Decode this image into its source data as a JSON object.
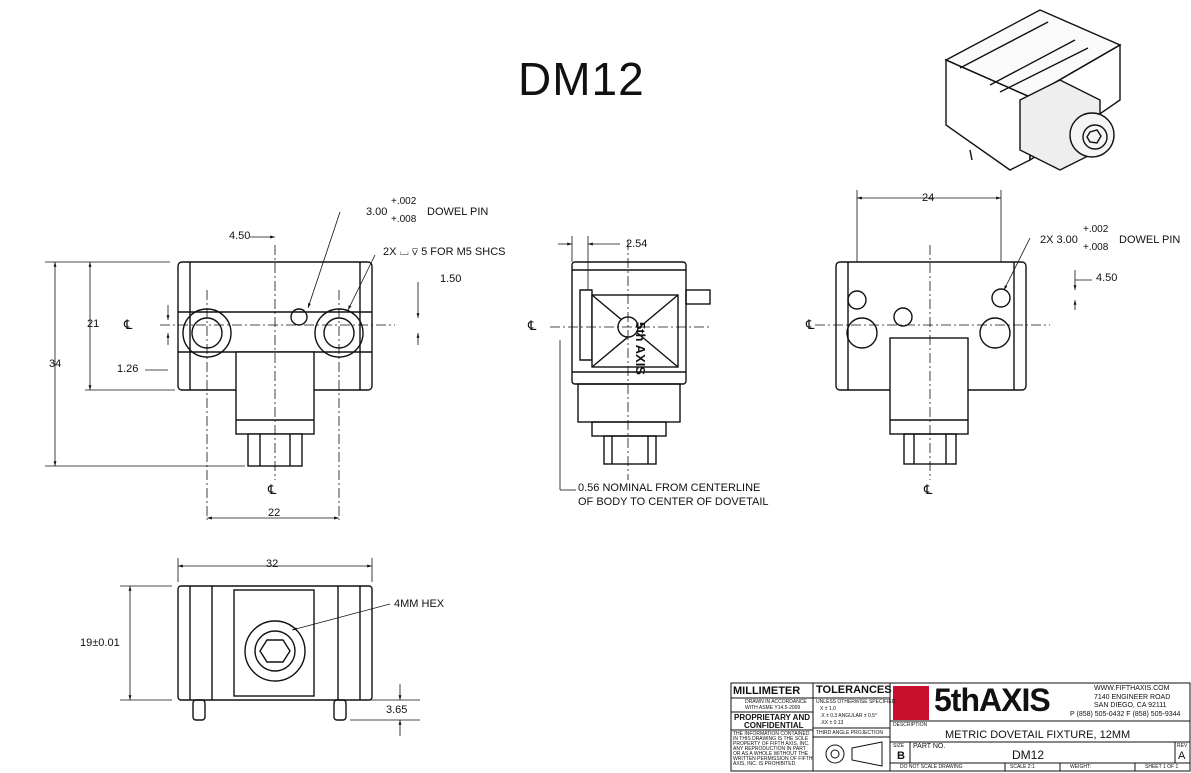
{
  "title": "DM12",
  "front_view": {
    "dim_horizontal_offset": "4.50",
    "dowel_nominal": "3.00",
    "dowel_tol_upper": "+.002",
    "dowel_tol_lower": "+.008",
    "dowel_label": "DOWEL PIN",
    "counterbore_count": "2X",
    "counterbore_text": "⌴ ⊽ 5 FOR M5 SHCS",
    "dim_dowel_offset": "1.50",
    "dim_height_inner": "21",
    "dim_height_total": "34",
    "dim_centerline_offset": "1.26",
    "dim_width": "22",
    "centerline_symbol": "℄"
  },
  "side_view": {
    "dim_offset": "2.54",
    "note_line1": "0.56 NOMINAL FROM CENTERLINE",
    "note_line2": "OF BODY TO CENTER OF DOVETAIL",
    "logo_text": "5th AXIS"
  },
  "back_view": {
    "dim_spacing": "24",
    "dowel_nominal": "2X 3.00",
    "dowel_tol_upper": "+.002",
    "dowel_tol_lower": "+.008",
    "dowel_label": "DOWEL PIN",
    "dim_offset": "4.50"
  },
  "bottom_view": {
    "dim_width": "32",
    "dim_height": "19±0.01",
    "hex_label": "4MM HEX",
    "dim_pin": "3.65"
  },
  "title_block": {
    "units": "MILLIMETER",
    "drawn_note1": "DRAWN IN ACCORDANCE",
    "drawn_note2": "WITH ASME Y14.5-2009",
    "proprietary1": "PROPRIETARY AND",
    "proprietary2": "CONFIDENTIAL",
    "legal1": "THE INFORMATION CONTAINED",
    "legal2": "IN THIS DRAWING IS THE SOLE",
    "legal3": "PROPERTY OF FIFTH AXIS, INC.",
    "legal4": "ANY REPRODUCTION IN PART",
    "legal5": "OR AS A WHOLE WITHOUT THE",
    "legal6": "WRITTEN PERMISSION OF FIFTH",
    "legal7": "AXIS, INC. IS PROHIBITED.",
    "tolerances": "TOLERANCES",
    "tol_note": "UNLESS OTHERWISE SPECIFIED",
    "tol_x": "X ± 1.0",
    "tol_xx": ".X ± 0.3   ANGULAR ± 0.5°",
    "tol_xxx": ".XX ± 0.13",
    "projection": "THIRD ANGLE PROJECTION",
    "logo": "5thAXIS",
    "website": "WWW.FIFTHAXIS.COM",
    "address1": "7140 ENGINEER ROAD",
    "address2": "SAN DIEGO, CA 92111",
    "phone": "P (858) 505-0432 F (858) 505-9344",
    "description_label": "DESCRIPTION",
    "description": "METRIC DOVETAIL FIXTURE, 12MM",
    "size_label": "SIZE",
    "size": "B",
    "part_label": "PART NO.",
    "part_no": "DM12",
    "rev_label": "REV",
    "rev": "A",
    "scale_note": "DO NOT SCALE DRAWING",
    "scale": "SCALE 2:1",
    "weight": "WEIGHT:",
    "sheet": "SHEET 1 OF 1"
  },
  "colors": {
    "ink": "#111111",
    "logo_red": "#c8102e"
  }
}
